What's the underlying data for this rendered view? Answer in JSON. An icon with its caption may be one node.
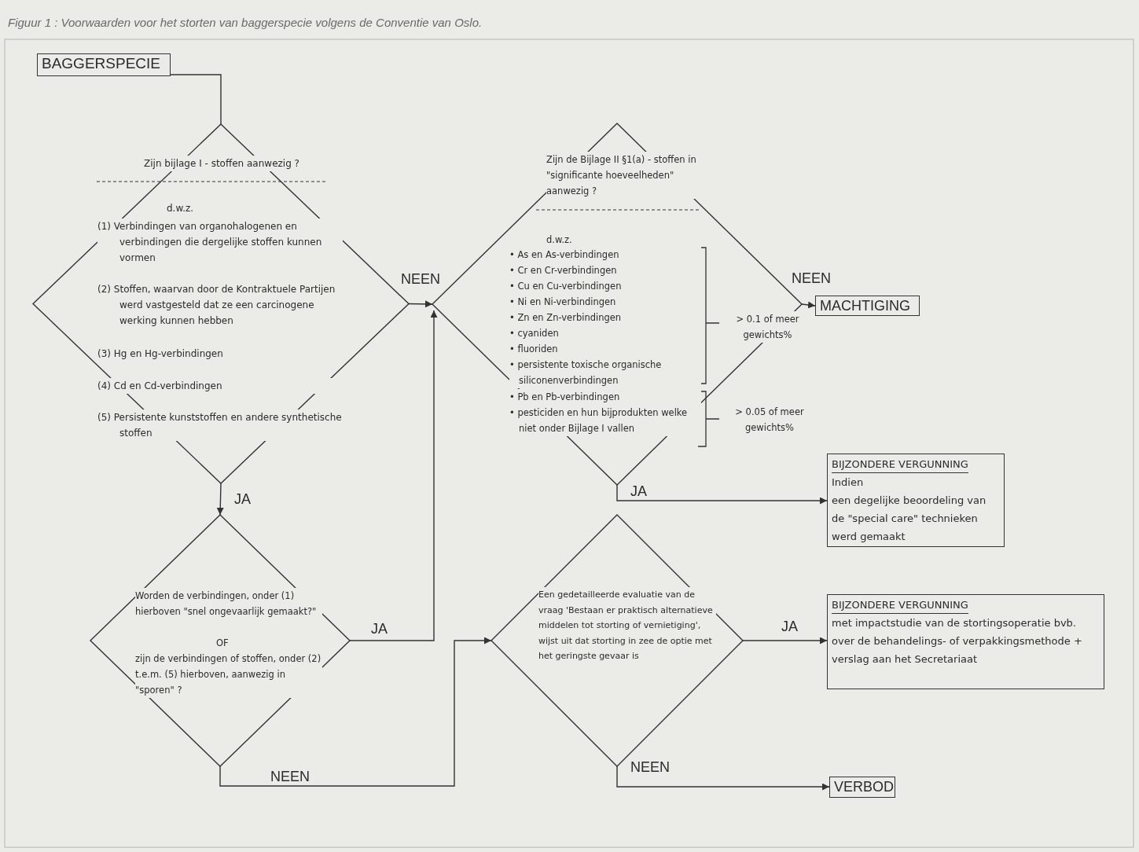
{
  "diagram": {
    "title": "Figuur 1 : Voorwaarden voor het storten van baggerspecie volgens de Conventie van Oslo.",
    "nodes": [
      {
        "text": [
          "BAGGERSPECIE"
        ]
      },
      {
        "text": [
          "Zijn bijlage I - stoffen aanwezig ?",
          "d.w.z.",
          "(1) Verbindingen van organohalogenen en verbindingen die dergelijke stoffen kunnen vormen",
          "(2) Stoffen, waarvan door de Kontraktuele Partijen werd vastgesteld dat ze een carcinogene werking kunnen hebben",
          "(3) Hg en Hg-verbindingen",
          "(4) Cd en Cd-verbindingen",
          "(5) Persistente kunststoffen en andere synthetische stoffen"
        ]
      },
      {
        "text": [
          "Worden de verbindingen, onder (1) hierboven \"snel ongevaarlijk gemaakt?\"",
          "OF",
          "zijn de verbindingen of stoffen, onder (2) t.e.m. (5) hierboven, aanwezig in \"sporen\" ?"
        ]
      },
      {
        "text": [
          "Zijn de Bijlage II §1(a) - stoffen in \"significante hoeveelheden\" aanwezig ?",
          "d.w.z.",
          "• As en As-verbindingen",
          "• Cr en Cr-verbindingen",
          "• Cu en Cu-verbindingen",
          "• Ni en Ni-verbindingen",
          "• Zn en Zn-verbindingen",
          "• cyaniden",
          "• fluoriden",
          "• persistente toxische organische siliconenverbindingen",
          "• Pb en Pb-verbindingen",
          "• pesticiden en hun bijprodukten welke niet onder Bijlage I vallen"
        ]
      },
      {
        "text": [
          "MACHTIGING"
        ]
      },
      {
        "text": [
          "BIJZONDERE VERGUNNING",
          "Indien",
          "een degelijke beoordeling van de \"special care\" technieken werd gemaakt"
        ]
      },
      {
        "text": [
          "Een gedetailleerde evaluatie van de vraag 'Bestaan er praktisch alternatieve middelen tot storting of vernietiging', wijst uit dat storting in zee de optie met het geringste gevaar is"
        ]
      },
      {
        "text": [
          "BIJZONDERE VERGUNNING",
          "met impactstudie van de stortingsoperatie bvb. over de behandelings- of verpakkingsmethode + verslag aan het Secretariaat"
        ]
      },
      {
        "text": [
          "VERBOD"
        ]
      }
    ],
    "edges": [
      {
        "from": 0,
        "to": 1,
        "arrow": "none"
      },
      {
        "from": 1,
        "to": 2,
        "arrow": "to",
        "label": "JA"
      },
      {
        "from": 1,
        "to": 3,
        "arrow": "to",
        "label": "NEEN"
      },
      {
        "from": 2,
        "to": 3,
        "arrow": "to",
        "label": "JA"
      },
      {
        "from": 2,
        "to": 6,
        "arrow": "to",
        "label": "NEEN"
      },
      {
        "from": 3,
        "to": 4,
        "arrow": "to",
        "label": "NEEN"
      },
      {
        "from": 3,
        "to": 5,
        "arrow": "to",
        "label": "JA"
      },
      {
        "from": 6,
        "to": 7,
        "arrow": "to",
        "label": "JA"
      },
      {
        "from": 6,
        "to": 8,
        "arrow": "to",
        "label": "NEEN"
      }
    ],
    "labels": [
      "> 0.1 of meer gewichts%",
      "> 0.05 of meer gewichts%"
    ]
  }
}
